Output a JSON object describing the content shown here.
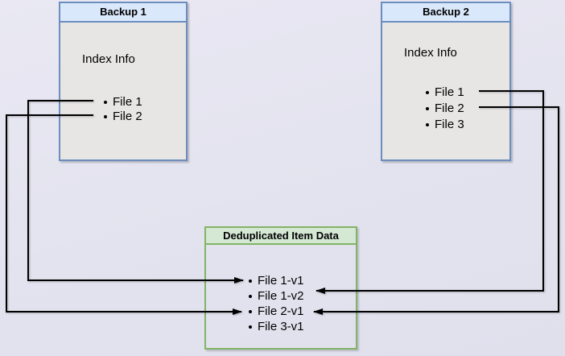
{
  "diagram": {
    "backup1": {
      "title": "Backup 1",
      "label": "Index Info",
      "items": [
        "File 1",
        "File 2"
      ]
    },
    "backup2": {
      "title": "Backup 2",
      "label": "Index Info",
      "items": [
        "File 1",
        "File 2",
        "File 3"
      ]
    },
    "dedup": {
      "title": "Deduplicated Item Data",
      "items": [
        "File 1-v1",
        "File 1-v2",
        "File 2-v1",
        "File 3-v1"
      ]
    },
    "connections": [
      {
        "from": "Backup 1 / File 1",
        "to": "File 1-v1"
      },
      {
        "from": "Backup 1 / File 2",
        "to": "File 2-v1"
      },
      {
        "from": "Backup 2 / File 1",
        "to": "File 1-v2"
      },
      {
        "from": "Backup 2 / File 2",
        "to": "File 2-v1"
      }
    ],
    "colors": {
      "background": "#e4e3ef",
      "blue_node_border": "#6c8ebf",
      "blue_node_header_fill": "#dae8fc",
      "node_body_fill": "#e8e5e5",
      "green_node_border": "#82b366",
      "green_node_header_fill": "#d5e8d4",
      "connector": "#000000"
    }
  }
}
